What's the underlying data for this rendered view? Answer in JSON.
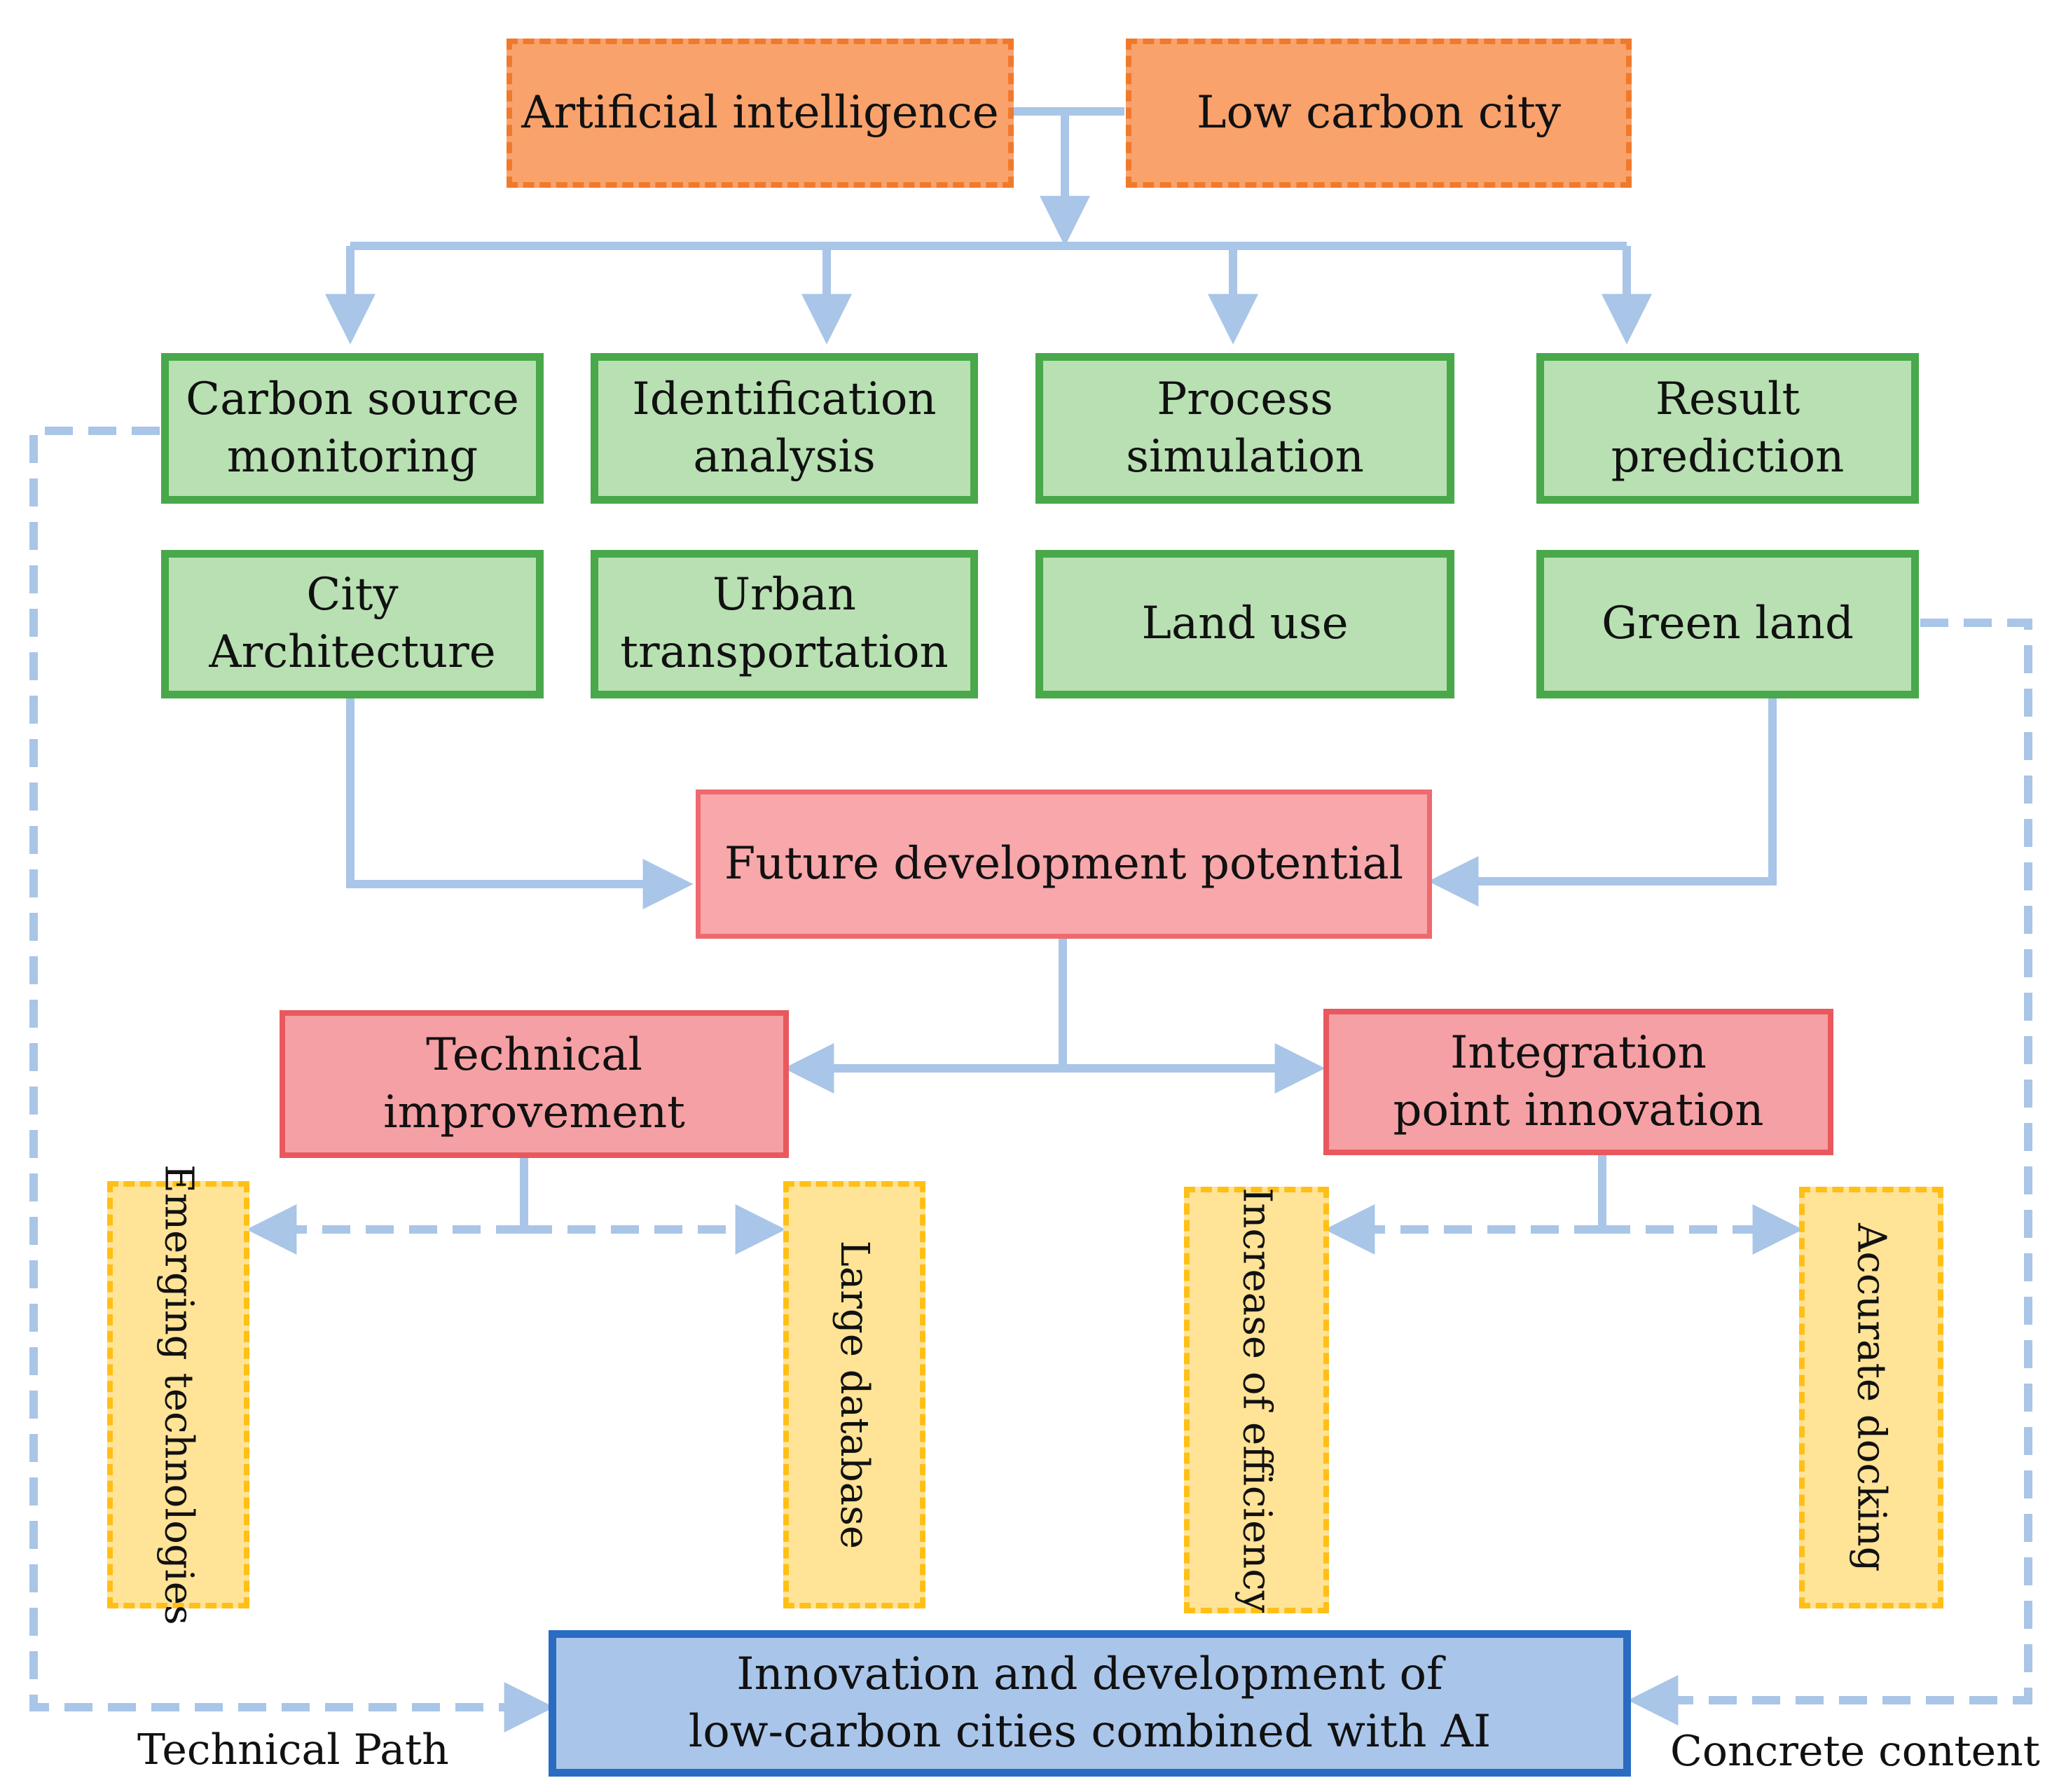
{
  "colors": {
    "connector": "#a9c5e8",
    "orange_fill": "#f9a26c",
    "orange_border": "#f07a2c",
    "green_fill": "#b8e0b2",
    "green_border": "#48a84a",
    "pink_fill": "#f8a7aa",
    "pink_border": "#ee6a6e",
    "yellow_fill": "#ffe397",
    "yellow_border": "#ffbf16",
    "blue_fill": "#a9c5ea",
    "blue_border": "#2a6cc2"
  },
  "top": {
    "ai": "Artificial intelligence",
    "lcc": "Low carbon city"
  },
  "methods": {
    "carbon_source": "Carbon source\nmonitoring",
    "identification": "Identification\nanalysis",
    "process": "Process\nsimulation",
    "result": "Result prediction"
  },
  "fields": {
    "city_architecture": "City Architecture",
    "urban_transport": "Urban\ntransportation",
    "land_use": "Land use",
    "green_land": "Green land"
  },
  "future": "Future development potential",
  "technical_improvement": "Technical\nimprovement",
  "integration": "Integration\npoint innovation",
  "vertical": {
    "emerging": "Emerging technologies",
    "large_db": "Large database",
    "efficiency": "Increase of efficiency",
    "docking": "Accurate docking"
  },
  "bottom": "Innovation and development of\nlow-carbon cities combined with AI",
  "captions": {
    "technical_path": "Technical Path",
    "concrete_content": "Concrete content"
  }
}
